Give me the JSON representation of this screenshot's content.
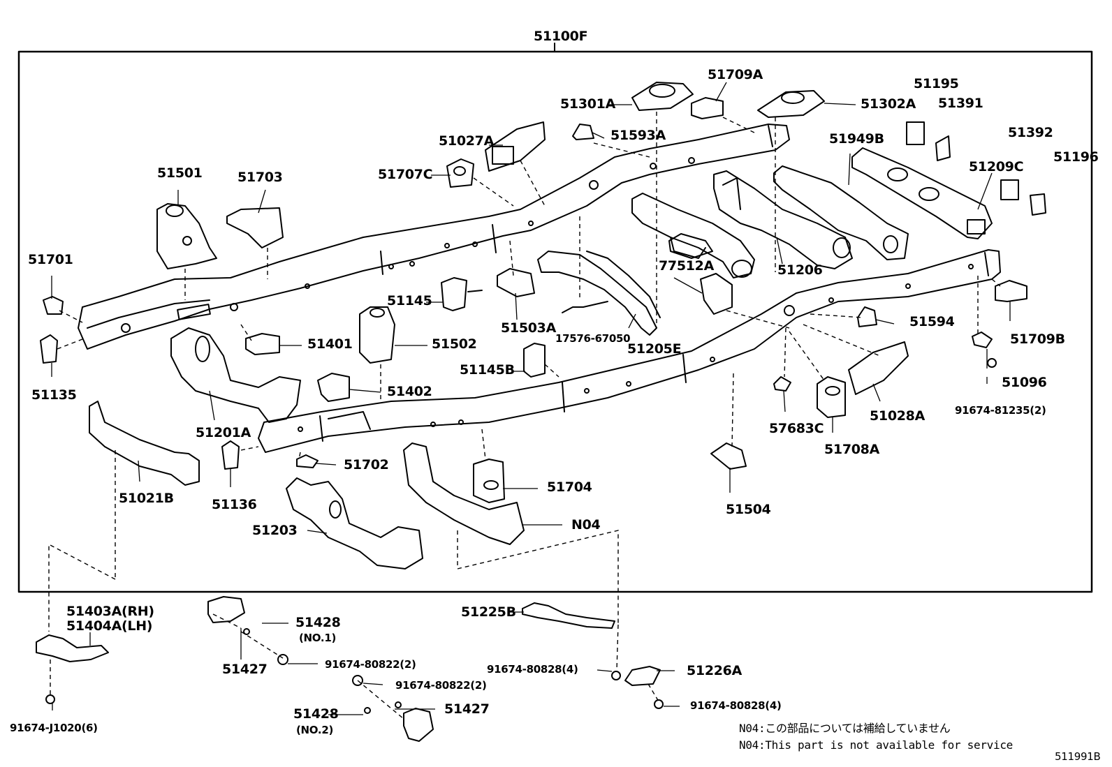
{
  "assembly_label": "51100F",
  "labels": {
    "51501": "51501",
    "51703": "51703",
    "51701": "51701",
    "51135": "51135",
    "51027A": "51027A",
    "51707C": "51707C",
    "51301A": "51301A",
    "51709A": "51709A",
    "51593A": "51593A",
    "51302A": "51302A",
    "51195": "51195",
    "51391": "51391",
    "51392": "51392",
    "51196": "51196",
    "51949B": "51949B",
    "51209C": "51209C",
    "51206": "51206",
    "77512A": "77512A",
    "51145": "51145",
    "51503A": "51503A",
    "17576_67050": "17576-67050",
    "51205E": "51205E",
    "51401": "51401",
    "51502": "51502",
    "51145B": "51145B",
    "51402": "51402",
    "51201A": "51201A",
    "51594": "51594",
    "51709B": "51709B",
    "51096": "51096",
    "91674_81235": "91674-81235(2)",
    "57683C": "57683C",
    "51028A": "51028A",
    "51708A": "51708A",
    "51702": "51702",
    "51704": "51704",
    "51021B": "51021B",
    "51136": "51136",
    "51203": "51203",
    "N04": "N04",
    "51504": "51504",
    "51403A": "51403A(RH)",
    "51404A": "51404A(LH)",
    "51428_no1": "51428",
    "no1": "(NO.1)",
    "51427_a": "51427",
    "91674_80822_a": "91674-80822(2)",
    "91674_J1020": "91674-J1020(6)",
    "91674_80822_b": "91674-80822(2)",
    "51428_no2": "51428",
    "no2": "(NO.2)",
    "51427_b": "51427",
    "51225B": "51225B",
    "91674_80828_a": "91674-80828(4)",
    "51226A": "51226A",
    "91674_80828_b": "91674-80828(4)"
  },
  "notes": {
    "jp": "N04:この部品については補給していません",
    "en": "N04:This part is not available for service"
  },
  "diagram_id": "511991B"
}
